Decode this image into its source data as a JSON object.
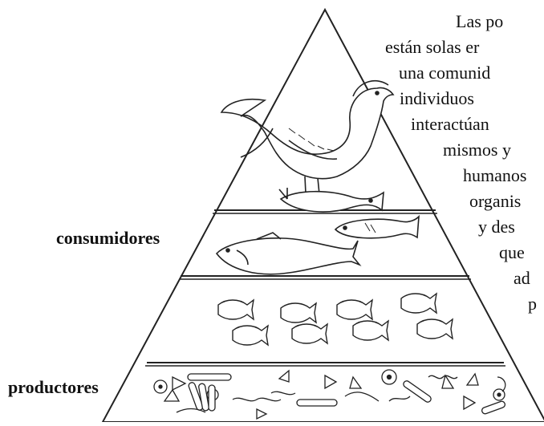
{
  "pyramid": {
    "levels": [
      "consumidores",
      "productores"
    ],
    "tiers": [
      "top-predator",
      "secondary-consumers",
      "primary-consumers",
      "producers"
    ]
  },
  "labels": {
    "consumers": "consumidores",
    "producers": "productores"
  },
  "paragraph": {
    "lines": [
      "Las po",
      "están solas er",
      "una comunid",
      "individuos",
      "interactúan",
      "mismos y",
      "humanos",
      "organis",
      "y des",
      "que",
      "ad",
      "p"
    ]
  },
  "icons": [
    "eagle-icon",
    "fish-icon",
    "bacteria-icon",
    "algae-icon"
  ]
}
